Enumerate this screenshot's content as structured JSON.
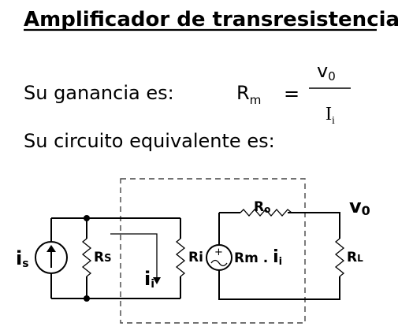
{
  "title": "Amplificador de transresistencia",
  "gain_label": "Su ganancia es:",
  "gain": {
    "lhs_main": "R",
    "lhs_sub": "m",
    "equals": "=",
    "num_main": "v",
    "num_sub": "0",
    "den_main": "I",
    "den_sub": "i"
  },
  "circuit_label": "Su circuito equivalente es:",
  "circuit": {
    "source_is_main": "i",
    "source_is_sub": "s",
    "rs_main": "R",
    "rs_sub": "S",
    "current_ii_main": "i",
    "current_ii_sub": "i",
    "ri_label": "Ri",
    "dep_source_text": "Rm . ",
    "dep_source_ii_main": "i",
    "dep_source_ii_sub": "i",
    "plus_sign": "+",
    "ro_main": "R",
    "ro_sub": "o",
    "vo_main": "v",
    "vo_sub": "0",
    "rl_main": "R",
    "rl_sub": "L"
  }
}
